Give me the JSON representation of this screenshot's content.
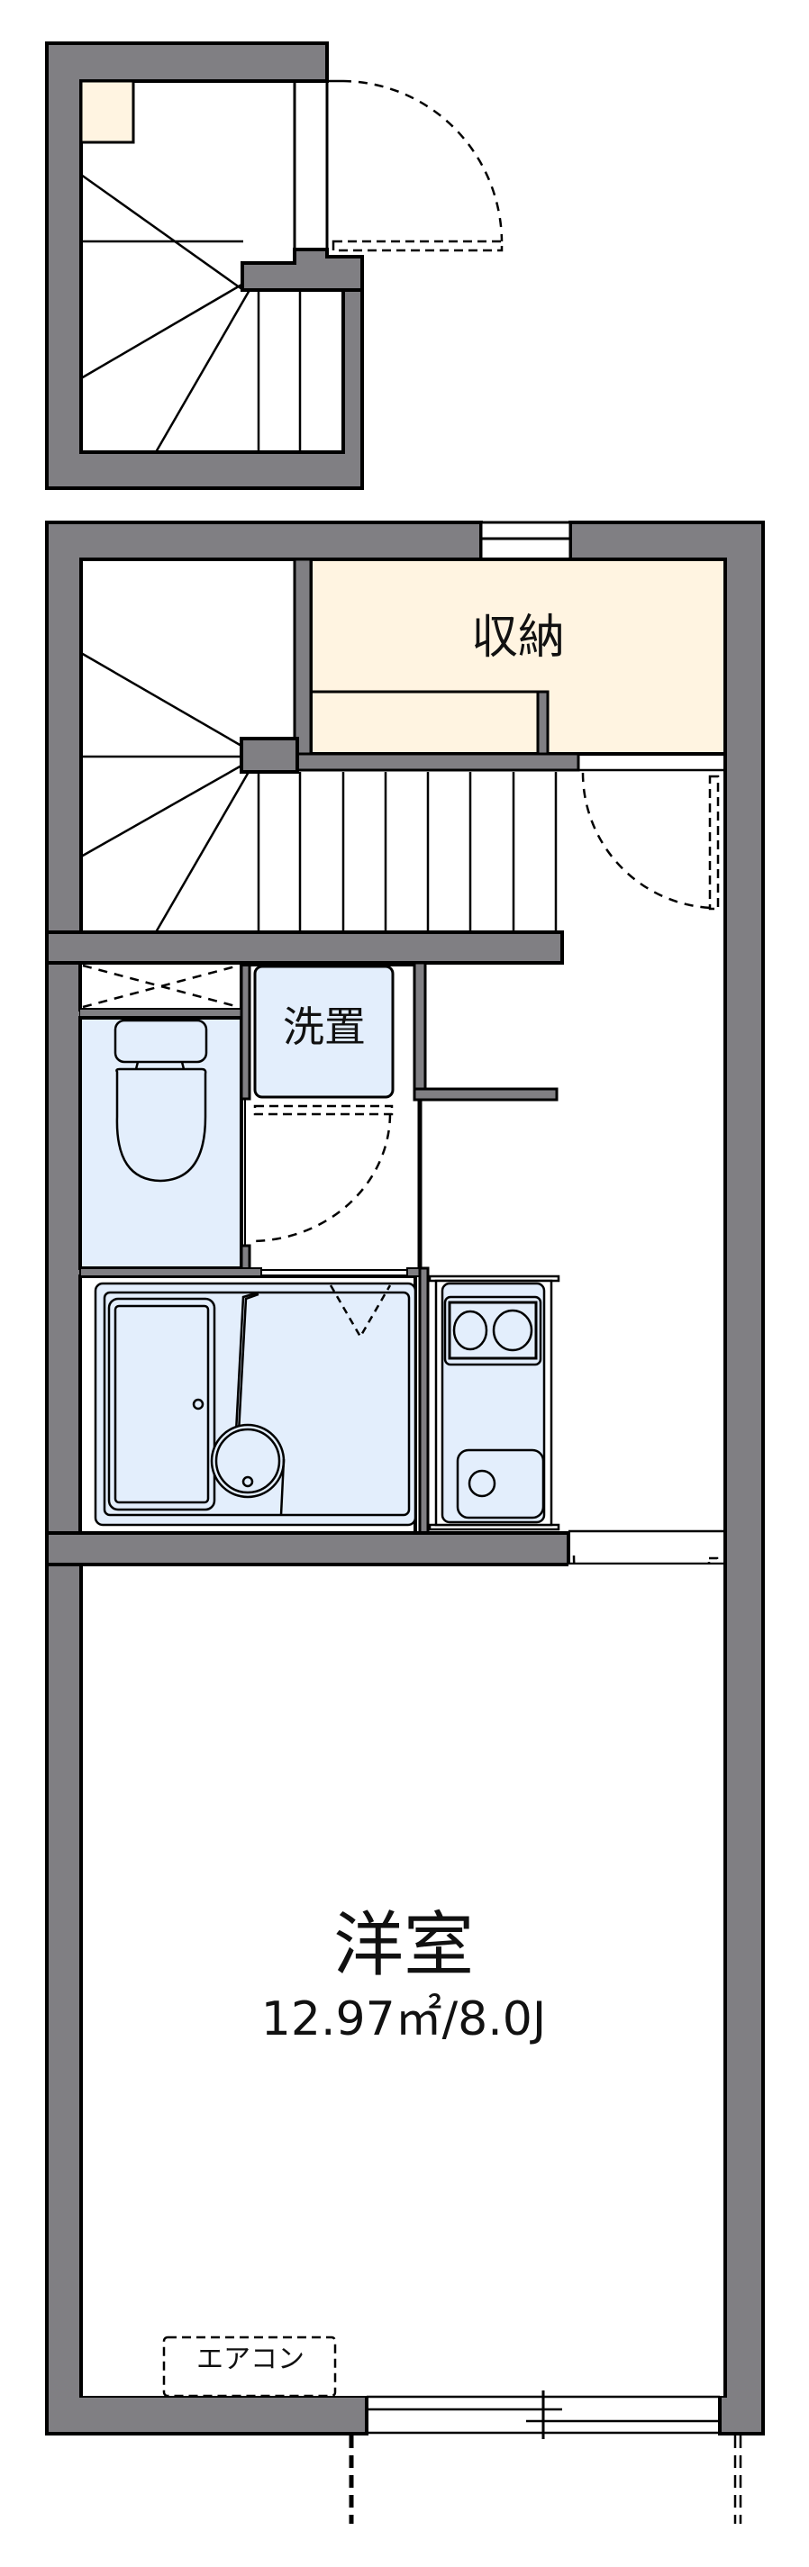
{
  "floorplan": {
    "colors": {
      "wall": "#807f83",
      "outline": "#000000",
      "storage_fill": "#fff4e1",
      "wet_area_fill": "#e3eefc",
      "floor": "#ffffff"
    },
    "rooms": [
      {
        "id": "storage",
        "label": "収納"
      },
      {
        "id": "washer",
        "label": "洗置"
      },
      {
        "id": "western_room",
        "label": "洋室",
        "area": "12.97㎡/8.0J"
      }
    ],
    "fixtures": [
      {
        "id": "air_conditioner",
        "label": "エアコン"
      },
      {
        "id": "toilet"
      },
      {
        "id": "unit_bath"
      },
      {
        "id": "kitchen",
        "burners": 2,
        "sink": 1
      },
      {
        "id": "stairs_upper"
      },
      {
        "id": "stairs_lower"
      }
    ]
  }
}
